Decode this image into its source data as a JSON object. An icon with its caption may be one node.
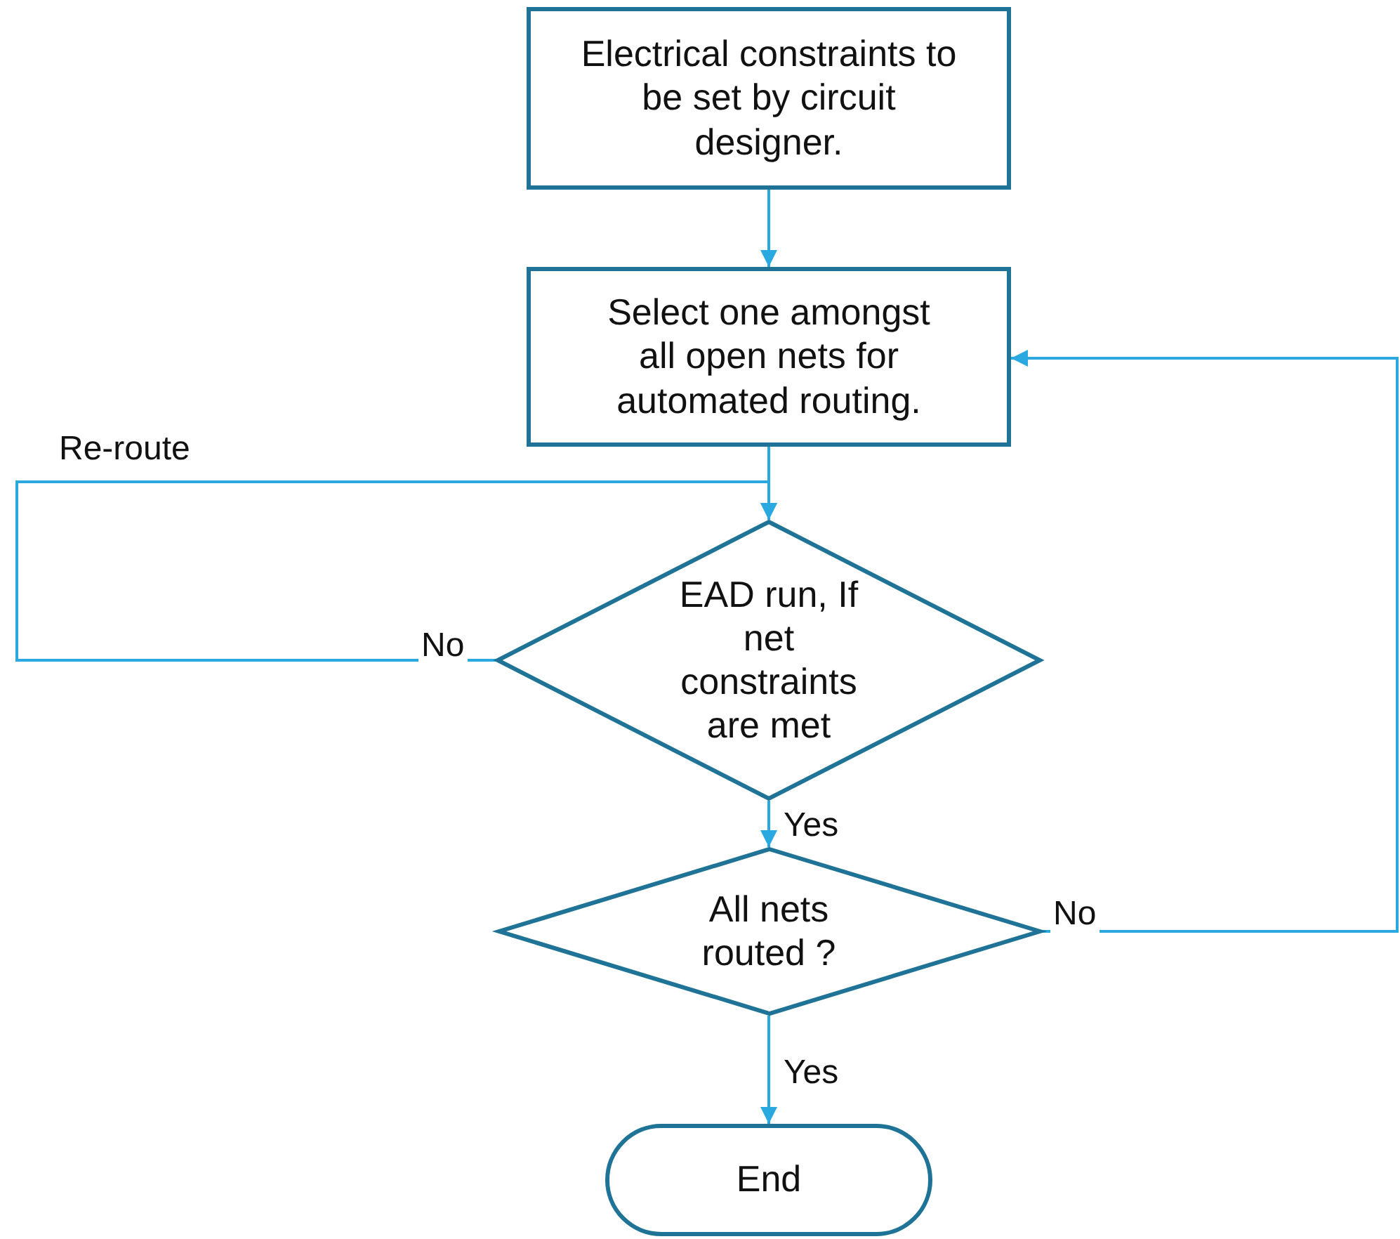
{
  "diagram": {
    "nodes": [
      {
        "text": [
          "Electrical constraints to be set by circuit designer."
        ]
      },
      {
        "text": [
          "Select one amongst all open nets for automated routing."
        ]
      },
      {
        "text": [
          "EAD run, If net constraints are met"
        ]
      },
      {
        "text": [
          "All nets routed ?"
        ]
      },
      {
        "text": [
          "End"
        ]
      }
    ],
    "edges": [
      {
        "from": 0,
        "to": 1,
        "arrow": "to"
      },
      {
        "from": 1,
        "to": 2,
        "arrow": "to"
      },
      {
        "from": 2,
        "to": 2,
        "arrow": "to",
        "label": "No"
      },
      {
        "from": 2,
        "to": 3,
        "arrow": "to",
        "label": "Yes"
      },
      {
        "from": 3,
        "to": 1,
        "arrow": "to",
        "label": "No"
      },
      {
        "from": 3,
        "to": 4,
        "arrow": "to",
        "label": "Yes"
      }
    ],
    "labels": [
      "Re-route"
    ]
  }
}
